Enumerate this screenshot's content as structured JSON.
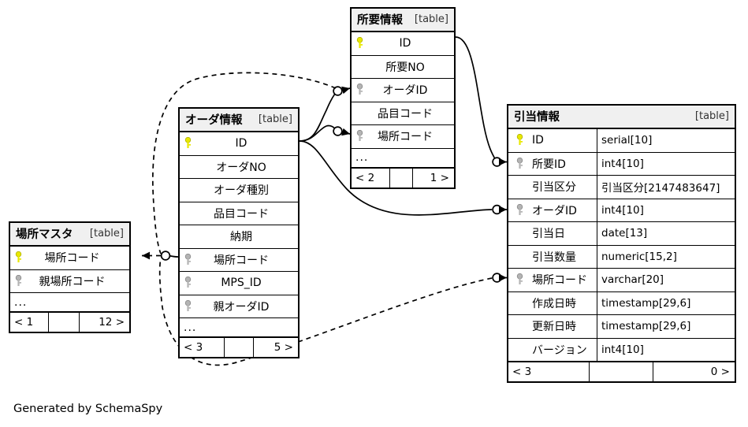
{
  "diagram": {
    "credit": "Generated by SchemaSpy",
    "table_tag": "[table]",
    "ellipsis": "...",
    "key_colors": {
      "primary": "#e8e800",
      "foreign": "#a8a8a8"
    }
  },
  "tables": {
    "shoyou": {
      "name": "所要情報",
      "tag": "[table]",
      "columns": [
        {
          "key": "primary",
          "name": "ID"
        },
        {
          "key": "none",
          "name": "所要NO"
        },
        {
          "key": "foreign",
          "name": "オーダID"
        },
        {
          "key": "none",
          "name": "品目コード"
        },
        {
          "key": "foreign",
          "name": "場所コード"
        }
      ],
      "more": "...",
      "footer_left": "< 2",
      "footer_mid": "",
      "footer_right": "1 >"
    },
    "order": {
      "name": "オーダ情報",
      "tag": "[table]",
      "columns": [
        {
          "key": "primary",
          "name": "ID"
        },
        {
          "key": "none",
          "name": "オーダNO"
        },
        {
          "key": "none",
          "name": "オーダ種別"
        },
        {
          "key": "none",
          "name": "品目コード"
        },
        {
          "key": "none",
          "name": "納期"
        },
        {
          "key": "foreign",
          "name": "場所コード"
        },
        {
          "key": "foreign",
          "name": "MPS_ID"
        },
        {
          "key": "foreign",
          "name": "親オーダID"
        }
      ],
      "more": "...",
      "footer_left": "< 3",
      "footer_mid": "",
      "footer_right": "5 >"
    },
    "basho": {
      "name": "場所マスタ",
      "tag": "[table]",
      "columns": [
        {
          "key": "primary",
          "name": "場所コード"
        },
        {
          "key": "foreign",
          "name": "親場所コード"
        }
      ],
      "more": "...",
      "footer_left": "< 1",
      "footer_mid": "",
      "footer_right": "12 >"
    },
    "hikiate": {
      "name": "引当情報",
      "tag": "[table]",
      "columns": [
        {
          "key": "primary",
          "name": "ID",
          "type": "serial[10]"
        },
        {
          "key": "foreign",
          "name": "所要ID",
          "type": "int4[10]"
        },
        {
          "key": "none",
          "name": "引当区分",
          "type": "引当区分[2147483647]"
        },
        {
          "key": "foreign",
          "name": "オーダID",
          "type": "int4[10]"
        },
        {
          "key": "none",
          "name": "引当日",
          "type": "date[13]"
        },
        {
          "key": "none",
          "name": "引当数量",
          "type": "numeric[15,2]"
        },
        {
          "key": "foreign",
          "name": "場所コード",
          "type": "varchar[20]"
        },
        {
          "key": "none",
          "name": "作成日時",
          "type": "timestamp[29,6]"
        },
        {
          "key": "none",
          "name": "更新日時",
          "type": "timestamp[29,6]"
        },
        {
          "key": "none",
          "name": "バージョン",
          "type": "int4[10]"
        }
      ],
      "footer_left": "< 3",
      "footer_mid": "",
      "footer_right": "0 >"
    }
  }
}
